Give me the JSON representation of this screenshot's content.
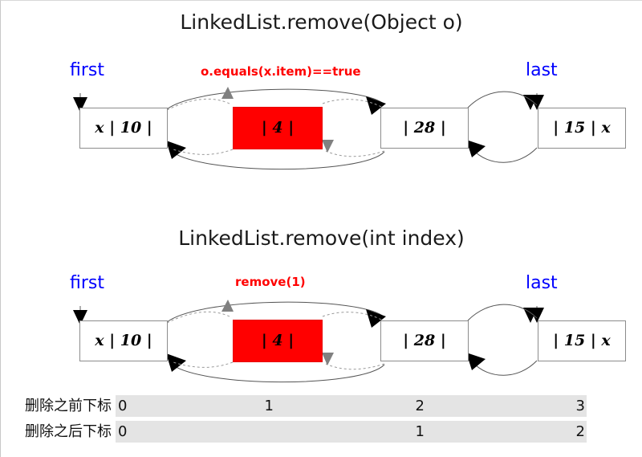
{
  "page": {
    "background": "#ffffff",
    "accent_red": "#ff0000",
    "accent_blue": "#0000ff",
    "row_band": "#e4e4e4"
  },
  "diagrams": [
    {
      "id": "remove-object",
      "title": "LinkedList.remove(Object o)",
      "annotation": "o.equals(x.item)==true",
      "first_label": "first",
      "last_label": "last",
      "nodes": [
        {
          "text": "x | 10 |",
          "highlight": false
        },
        {
          "text": "| 4 |",
          "highlight": true
        },
        {
          "text": "| 28 |",
          "highlight": false
        },
        {
          "text": "| 15 | x",
          "highlight": false
        }
      ]
    },
    {
      "id": "remove-index",
      "title": "LinkedList.remove(int index)",
      "annotation": "remove(1)",
      "first_label": "first",
      "last_label": "last",
      "nodes": [
        {
          "text": "x | 10 |",
          "highlight": false
        },
        {
          "text": "| 4 |",
          "highlight": true
        },
        {
          "text": "| 28 |",
          "highlight": false
        },
        {
          "text": "| 15 | x",
          "highlight": false
        }
      ]
    }
  ],
  "index_table": {
    "rows": [
      {
        "label": "删除之前下标",
        "values": [
          "0",
          "1",
          "2",
          "3"
        ]
      },
      {
        "label": "删除之后下标",
        "values": [
          "0",
          "",
          "1",
          "2"
        ]
      }
    ]
  }
}
